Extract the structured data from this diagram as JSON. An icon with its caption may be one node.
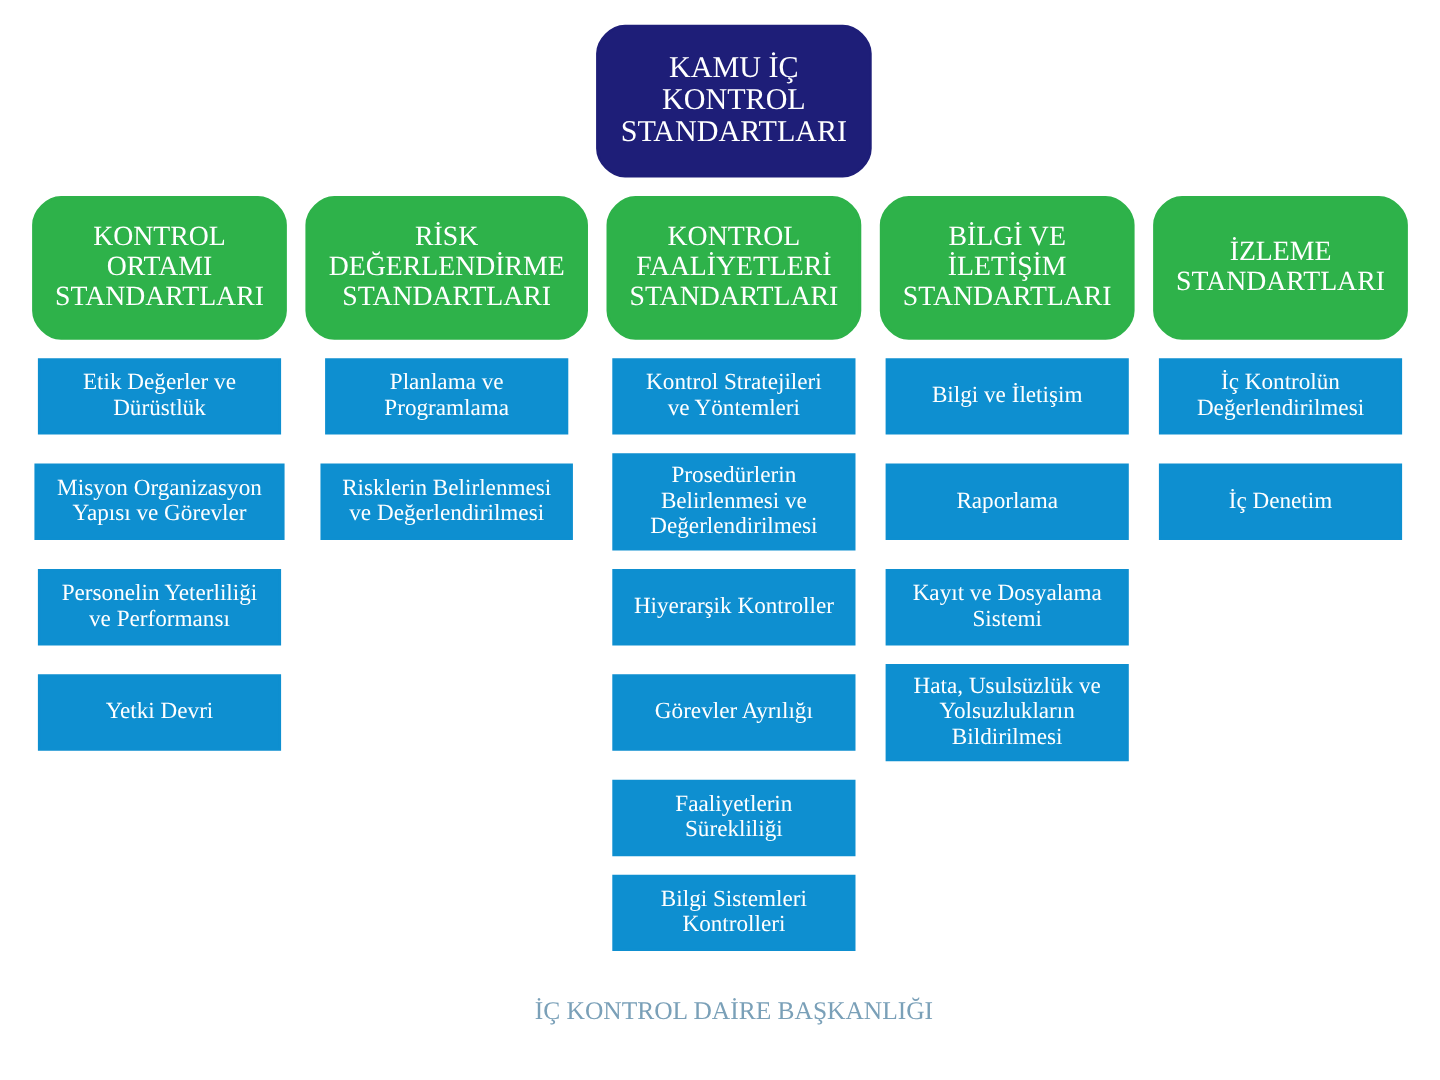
{
  "diagram": {
    "nodes": [
      {
        "text": [
          "KAMU İÇ KONTROL STANDARTLARI"
        ]
      },
      {
        "text": [
          "KONTROL ORTAMI STANDARTLARI"
        ]
      },
      {
        "text": [
          "RİSK DEĞERLENDİRME STANDARTLARI"
        ]
      },
      {
        "text": [
          "KONTROL FAALİYETLERİ STANDARTLARI"
        ]
      },
      {
        "text": [
          "BİLGİ VE İLETİŞİM STANDARTLARI"
        ]
      },
      {
        "text": [
          "İZLEME STANDARTLARI"
        ]
      },
      {
        "text": [
          "Etik Değerler ve Dürüstlük"
        ]
      },
      {
        "text": [
          "Misyon Organizasyon Yapısı ve Görevler"
        ]
      },
      {
        "text": [
          "Personelin Yeterliliği ve Performansı"
        ]
      },
      {
        "text": [
          "Yetki Devri"
        ]
      },
      {
        "text": [
          "Planlama ve Programlama"
        ]
      },
      {
        "text": [
          "Risklerin Belirlenmesi ve Değerlendirilmesi"
        ]
      },
      {
        "text": [
          "Kontrol Stratejileri ve Yöntemleri"
        ]
      },
      {
        "text": [
          "Prosedürlerin Belirlenmesi ve Değerlendirilmesi"
        ]
      },
      {
        "text": [
          "Hiyerarşik Kontroller"
        ]
      },
      {
        "text": [
          "Görevler Ayrılığı"
        ]
      },
      {
        "text": [
          "Faaliyetlerin Sürekliliği"
        ]
      },
      {
        "text": [
          "Bilgi Sistemleri Kontrolleri"
        ]
      },
      {
        "text": [
          "Bilgi ve İletişim"
        ]
      },
      {
        "text": [
          "Raporlama"
        ]
      },
      {
        "text": [
          "Kayıt ve Dosyalama Sistemi"
        ]
      },
      {
        "text": [
          "Hata, Usulsüzlük ve Yolsuzlukların Bildirilmesi"
        ]
      },
      {
        "text": [
          "İç Kontrolün Değerlendirilmesi"
        ]
      },
      {
        "text": [
          "İç Denetim"
        ]
      }
    ],
    "labels": [
      "İÇ KONTROL DAİRE BAŞKANLIĞI"
    ]
  }
}
